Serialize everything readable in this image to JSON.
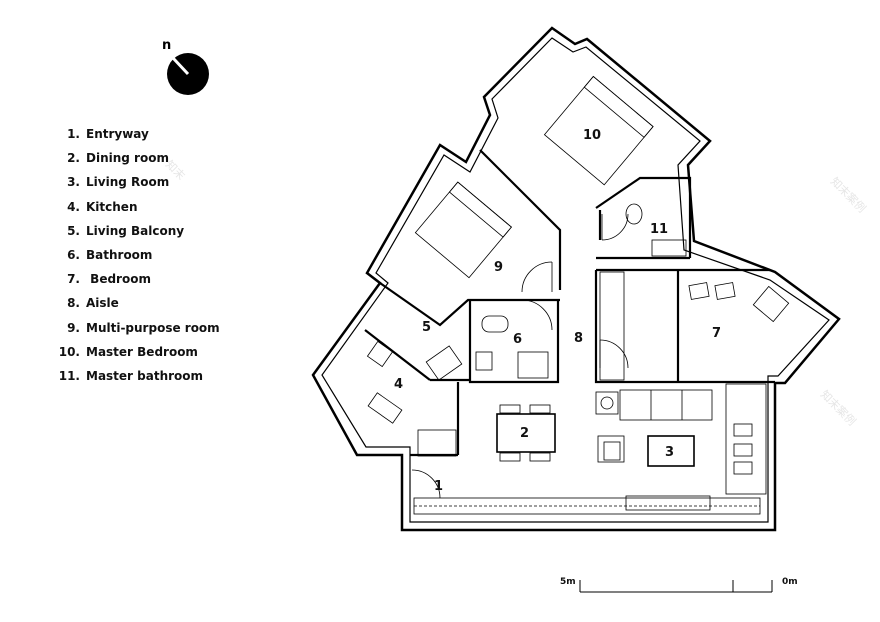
{
  "compass": {
    "letter": "n"
  },
  "legend": [
    {
      "num": "1.",
      "label": "Entryway"
    },
    {
      "num": "2.",
      "label": "Dining room"
    },
    {
      "num": "3.",
      "label": "Living Room"
    },
    {
      "num": "4.",
      "label": "Kitchen"
    },
    {
      "num": "5.",
      "label": "Living Balcony"
    },
    {
      "num": "6.",
      "label": "Bathroom"
    },
    {
      "num": "7.",
      "label": " Bedroom"
    },
    {
      "num": "8.",
      "label": "Aisle"
    },
    {
      "num": "9.",
      "label": "Multi-purpose room"
    },
    {
      "num": "10.",
      "label": "Master Bedroom"
    },
    {
      "num": "11.",
      "label": "Master bathroom"
    }
  ],
  "rooms": {
    "r1": "1",
    "r2": "2",
    "r3": "3",
    "r4": "4",
    "r5": "5",
    "r6": "6",
    "r7": "7",
    "r8": "8",
    "r9": "9",
    "r10": "10",
    "r11": "11"
  },
  "scale": {
    "left": "5m",
    "right": "0m"
  }
}
